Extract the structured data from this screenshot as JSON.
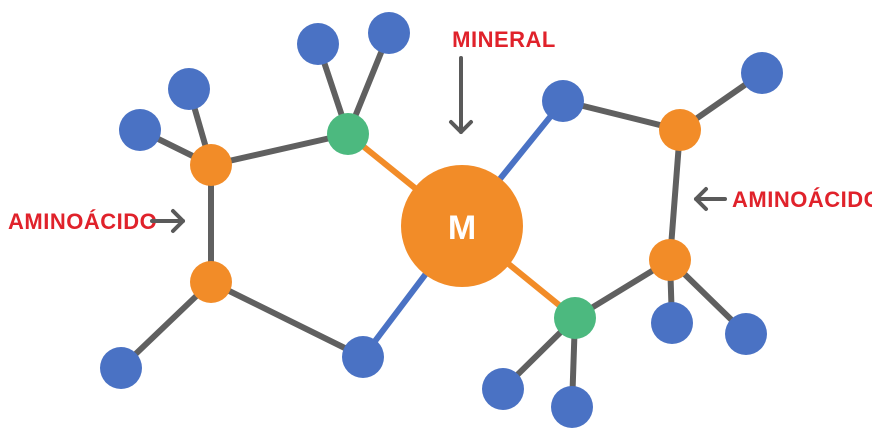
{
  "labels": {
    "mineral": "MINERAL",
    "center": "M",
    "aminoacid_left": "AMINOÁCIDO",
    "aminoacid_right": "AMINOÁCIDO"
  },
  "colors": {
    "blue_atom": "#4A72C4",
    "orange_atom": "#F28C28",
    "green_atom": "#4CB97F",
    "gray_bond": "#606060",
    "orange_bond": "#F28C28",
    "blue_bond": "#4A72C4",
    "label_red": "#E0222B",
    "arrow_gray": "#5A5A5A",
    "center_text": "#ffffff"
  }
}
